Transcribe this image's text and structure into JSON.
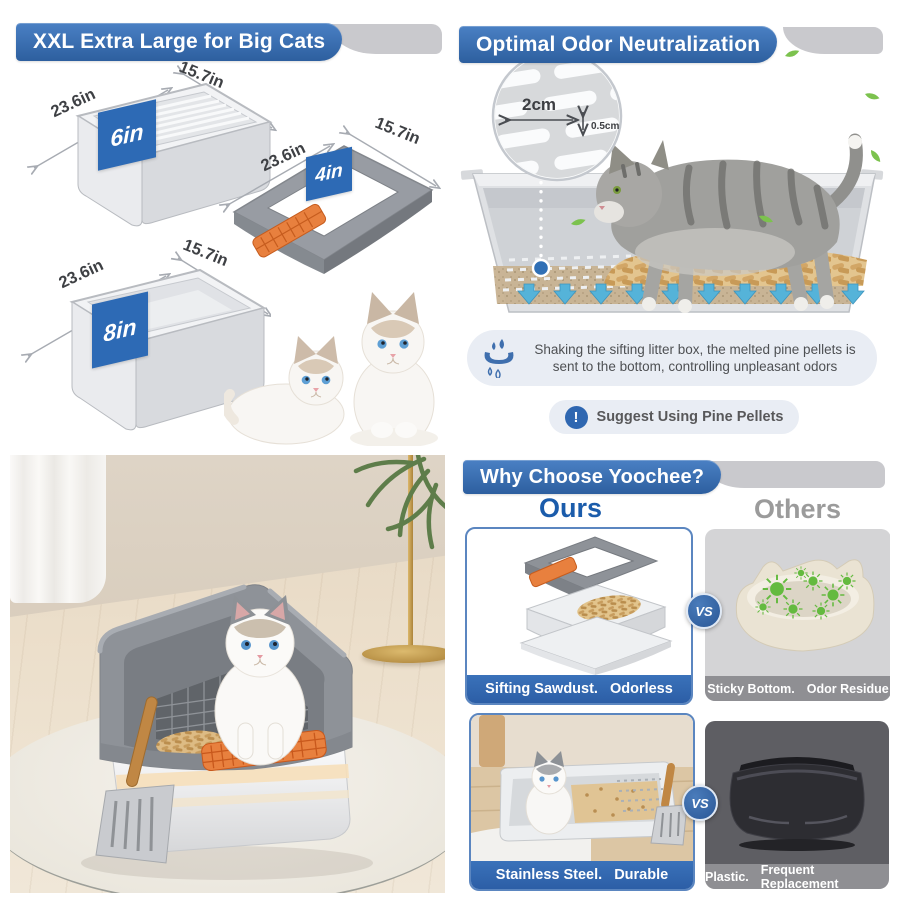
{
  "colors": {
    "banner_blue": "#3a6cb4",
    "swoosh_gray": "#c9c9cd",
    "tag_blue": "#2d6ab5",
    "ours_blue": "#1b5cab",
    "others_gray": "#9b9b9b",
    "label_bar_blue": "#2f67b1",
    "label_bar_gray": "#8f8f93",
    "arrow_blue": "#55b3d9",
    "pellet_tan": "#dcb87f",
    "pad_orange": "#e8803e"
  },
  "size_panel": {
    "title": "XXL Extra Large for Big Cats",
    "length_label": "23.6in",
    "width_label": "15.7in",
    "tray_height": "6in",
    "frame_height": "4in",
    "box_height": "8in"
  },
  "odor_panel": {
    "title": "Optimal Odor Neutralization",
    "slot_width": "2cm",
    "slot_height": "0.5cm",
    "shaking_note": "Shaking the sifting litter box, the melted pine pellets is sent to the bottom, controlling unpleasant odors",
    "suggest_note": "Suggest Using Pine Pellets",
    "suggest_icon_glyph": "!"
  },
  "compare_panel": {
    "title": "Why Choose Yoochee?",
    "ours_heading": "Ours",
    "others_heading": "Others",
    "vs_badge": "VS",
    "rows": [
      {
        "ours_a": "Sifting Sawdust.",
        "ours_b": "Odorless",
        "others_a": "Sticky Bottom.",
        "others_b": "Odor Residue"
      },
      {
        "ours_a": "Stainless Steel.",
        "ours_b": "Durable",
        "others_a": "Plastic.",
        "others_b": "Frequent Replacement"
      }
    ]
  }
}
